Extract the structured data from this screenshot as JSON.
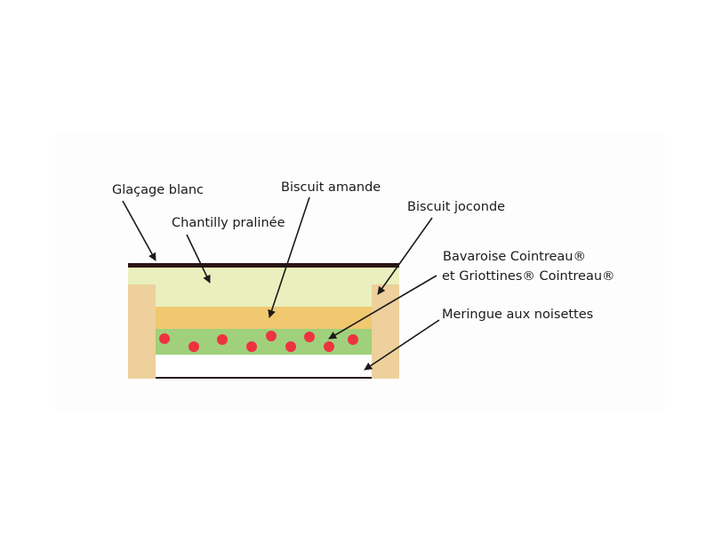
{
  "diagram": {
    "layers": [
      {
        "id": "glacage",
        "label": "Glaçage blanc",
        "color": "#2b1313"
      },
      {
        "id": "chantilly",
        "label": "Chantilly pralinée",
        "color": "#e9f0bd"
      },
      {
        "id": "biscuit-amande",
        "label": "Biscuit amande",
        "color": "#efc870"
      },
      {
        "id": "biscuit-joconde",
        "label": "Biscuit joconde",
        "color": "#edd09b"
      },
      {
        "id": "bavaroise",
        "label_line1": "Bavaroise Cointreau®",
        "label_line2": "et Griottines® Cointreau®",
        "color": "#a0d07b",
        "cherry_color": "#ee3340"
      },
      {
        "id": "meringue",
        "label": "Meringue aux noisettes",
        "color": "#ffffff"
      }
    ]
  }
}
